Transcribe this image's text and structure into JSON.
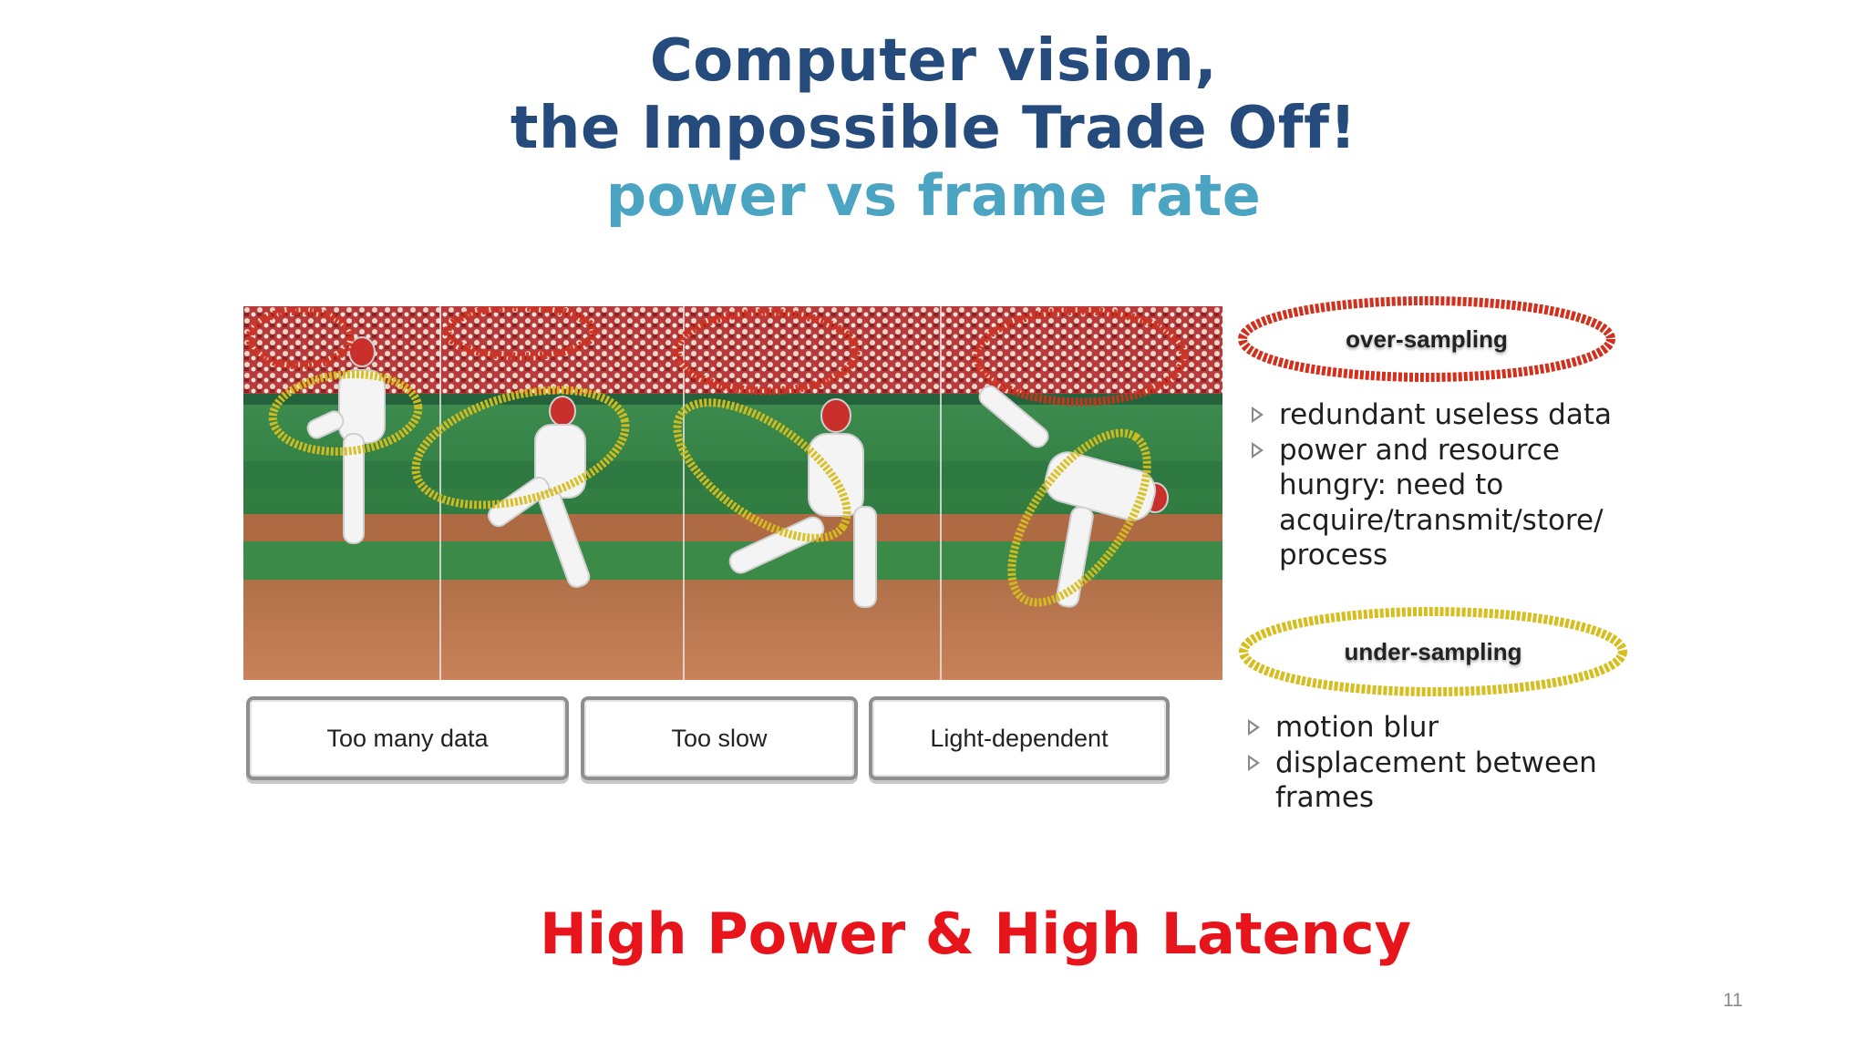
{
  "slide": {
    "title_line1": "Computer vision,",
    "title_line2": "the Impossible Trade Off!",
    "subtitle": "power vs frame rate",
    "footer": "High Power & High Latency",
    "page_number": "11"
  },
  "labels": [
    "Too many data",
    "Too slow",
    "Light-dependent"
  ],
  "over_sampling": {
    "label": "over-sampling",
    "bullets": [
      "redundant useless data",
      "power and resource hungry: need to acquire/transmit/store/ process"
    ]
  },
  "under_sampling": {
    "label": "under-sampling",
    "bullets": [
      "motion blur",
      "displacement between frames"
    ]
  },
  "colors": {
    "title": "#254a7c",
    "subtitle": "#4aa4c2",
    "footer": "#e8141b",
    "over_ellipse": "#d2301c",
    "under_ellipse": "#d6be1f"
  }
}
